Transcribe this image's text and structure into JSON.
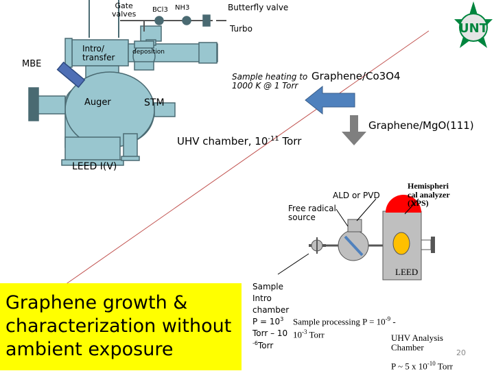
{
  "slide": {
    "page_number": "20"
  },
  "uhv_system": {
    "gate_valves": "Gate\nvalves",
    "bcl3": "BCl3",
    "nh3": "NH3",
    "butterfly_valve": "Butterfly valve",
    "turbo": "Turbo",
    "intro_transfer": "Intro/\ntransfer",
    "deposition": "deposition",
    "mbe": "MBE",
    "auger": "Auger",
    "stm": "STM",
    "sample_heating": "Sample heating to\n1000 K @ 1 Torr",
    "uhv_chamber": "UHV chamber, 10",
    "uhv_chamber_exp": "-11",
    "uhv_chamber_unit": " Torr",
    "leed_iv": "LEED I(V)"
  },
  "materials": {
    "graphene_co3o4": "Graphene/Co3O4",
    "graphene_mgo": "Graphene/MgO(111)"
  },
  "analysis_system": {
    "ald_pvd": "ALD or PVD",
    "free_radical": "Free radical\nsource",
    "hemispherical": "Hemispheri\ncal analyzer\n(XPS)",
    "leed": "LEED",
    "sample_intro": "Sample\nIntro\nchamber\nP = 10",
    "sample_intro_exp": "3",
    "sample_intro_2": "Torr – 10",
    "sample_intro_exp2": "-6",
    "sample_intro_3": "Torr",
    "sample_processing": "Sample processing P = 10",
    "sample_processing_exp": "-9",
    "sample_processing_2": "10",
    "sample_processing_exp2": "-3",
    "sample_processing_3": " Torr",
    "uhv_analysis": "UHV Analysis\nChamber",
    "pressure": "P ~ 5 x 10",
    "pressure_exp": "-10",
    "pressure_unit": " Torr"
  },
  "callout": {
    "text": "Graphene growth &\ncharacterization without\nambient exposure"
  },
  "logo": {
    "text": "UNT"
  },
  "colors": {
    "chamber_fill": "#99c6cf",
    "chamber_stroke": "#4a6a72",
    "arrow_blue": "#4f81bd",
    "arrow_gray": "#7f7f7f",
    "callout_yellow": "#ffff00",
    "analyzer_red": "#ff0000",
    "analyzer_gray": "#bfbfbf",
    "port_orange": "#ffc000",
    "logo_green": "#00853e"
  }
}
